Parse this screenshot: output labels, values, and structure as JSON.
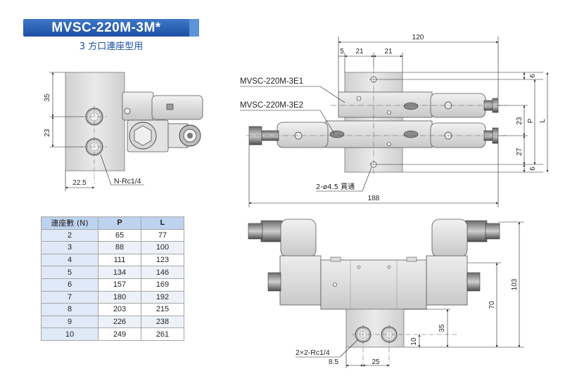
{
  "title": "MVSC-220M-3M*",
  "subtitle": "3 方口連座型用",
  "left_view": {
    "dims": {
      "d35": "35",
      "d23": "23",
      "d22_5": "22.5"
    },
    "port_label": "N-Rc1/4"
  },
  "top_view": {
    "label_e1": "MVSC-220M-3E1",
    "label_e2": "MVSC-220M-3E2",
    "hole_label": "2-ø4.5 貫通",
    "dims": {
      "d120": "120",
      "d5": "5",
      "d21a": "21",
      "d21b": "21",
      "d6a": "6",
      "d23": "23",
      "dP": "P",
      "dL": "L",
      "d27": "27",
      "d6b": "6",
      "d188": "188"
    }
  },
  "front_view": {
    "port_label": "2×2-Rc1/4",
    "dims": {
      "d103": "103",
      "d70": "70",
      "d35": "35",
      "d10": "10",
      "d8_5": "8.5",
      "d25": "25"
    }
  },
  "table": {
    "headers": [
      "連座數 (N)",
      "P",
      "L"
    ],
    "rows": [
      [
        "2",
        "65",
        "77"
      ],
      [
        "3",
        "88",
        "100"
      ],
      [
        "4",
        "111",
        "123"
      ],
      [
        "5",
        "134",
        "146"
      ],
      [
        "6",
        "157",
        "169"
      ],
      [
        "7",
        "180",
        "192"
      ],
      [
        "8",
        "203",
        "215"
      ],
      [
        "9",
        "226",
        "238"
      ],
      [
        "10",
        "249",
        "261"
      ]
    ]
  }
}
